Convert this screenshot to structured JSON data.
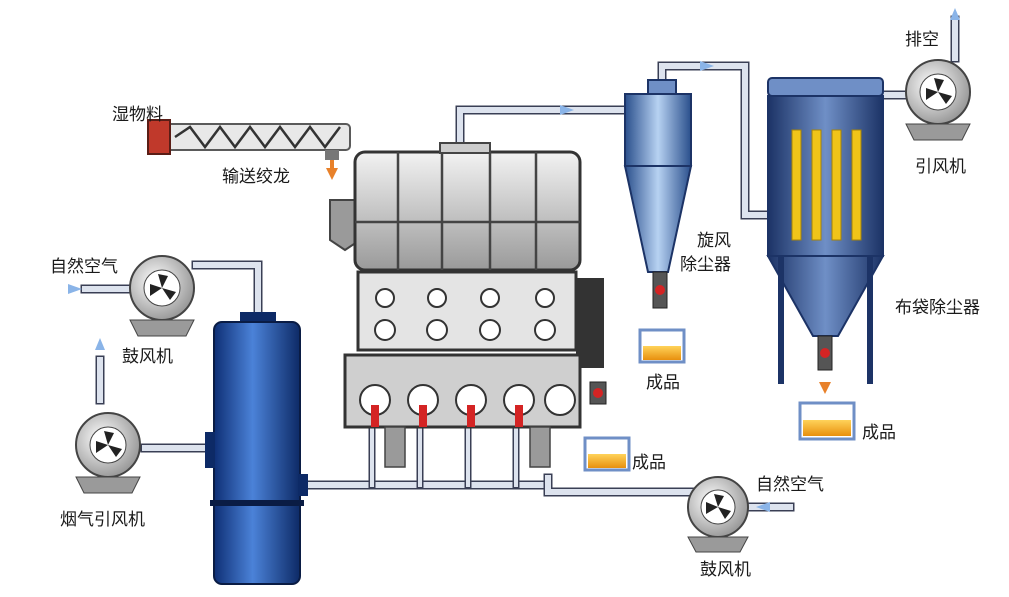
{
  "labels": {
    "wet_material": "湿物料",
    "screw_conveyor": "输送绞龙",
    "natural_air_left": "自然空气",
    "blower_left": "鼓风机",
    "flue_gas_fan": "烟气引风机",
    "cyclone_line1": "旋风",
    "cyclone_line2": "除尘器",
    "bag_filter": "布袋除尘器",
    "exhaust": "排空",
    "induced_fan": "引风机",
    "product_cyclone": "成品",
    "product_bag": "成品",
    "product_dryer": "成品",
    "natural_air_right": "自然空气",
    "blower_right": "鼓风机"
  },
  "colors": {
    "pipe": "#dde3ee",
    "pipe_edge": "#3a3f55",
    "furnace_blue": "#1f4fa8",
    "cyclone_blue": "#7ea6d8",
    "bag_yellow": "#f0c419",
    "product_orange": "#f2a81d",
    "flow_arrow": "#8ab4e8",
    "feed_arrow": "#e8812a"
  }
}
